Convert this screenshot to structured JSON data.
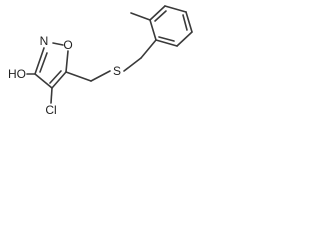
{
  "atoms": {
    "ring_n": "N",
    "ring_o": "O",
    "hydroxyl": "HO",
    "chloro": "Cl",
    "sulfur": "S"
  },
  "colors": {
    "bond": "#3a3a3a",
    "text": "#222222",
    "background": "#ffffff"
  }
}
